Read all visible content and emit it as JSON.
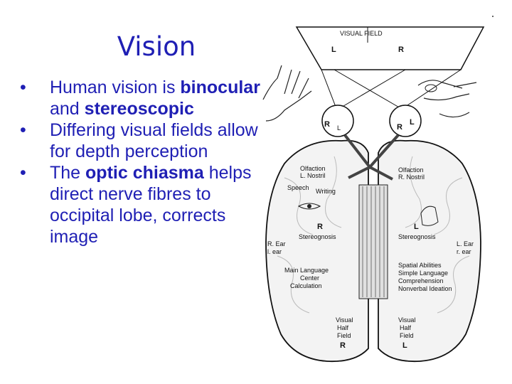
{
  "slide": {
    "title": "Vision",
    "bullets": [
      {
        "parts": [
          {
            "t": "Human vision is ",
            "b": false
          },
          {
            "t": "binocular",
            "b": true
          },
          {
            "t": " and ",
            "b": false
          },
          {
            "t": "stereoscopic",
            "b": true
          }
        ]
      },
      {
        "parts": [
          {
            "t": "Differing visual fields allow for depth perception",
            "b": false
          }
        ]
      },
      {
        "parts": [
          {
            "t": "The ",
            "b": false
          },
          {
            "t": "optic chiasma",
            "b": true
          },
          {
            "t": " helps direct nerve fibres to occipital lobe, corrects image",
            "b": false
          }
        ]
      }
    ]
  },
  "figure": {
    "visual_field": "VISUAL FIELD",
    "field_left": "L",
    "field_right": "R",
    "eye_left_r": "R",
    "eye_left_l": "L",
    "eye_right_r": "R",
    "eye_right_l": "L",
    "olfaction_left_1": "Olfaction",
    "olfaction_left_2": "L. Nostril",
    "olfaction_right_1": "Olfaction",
    "olfaction_right_2": "R. Nostril",
    "speech": "Speech",
    "writing": "Writing",
    "hemi_left": "R",
    "hemi_right": "L",
    "stereo_left": "Stereognosis",
    "stereo_right": "Stereognosis",
    "ear_left_1": "R. Ear",
    "ear_left_2": "l. ear",
    "ear_right_1": "L. Ear",
    "ear_right_2": "r. ear",
    "main_lang_1": "Main Language",
    "main_lang_2": "Center",
    "main_lang_3": "Calculation",
    "spatial_1": "Spatial Abilities",
    "spatial_2": "Simple Language",
    "spatial_3": "Comprehension",
    "spatial_4": "Nonverbal Ideation",
    "vhf_left_1": "Visual",
    "vhf_left_2": "Half",
    "vhf_left_3": "Field",
    "vhf_left_4": "R",
    "vhf_right_1": "Visual",
    "vhf_right_2": "Half",
    "vhf_right_3": "Field",
    "vhf_right_4": "L"
  }
}
